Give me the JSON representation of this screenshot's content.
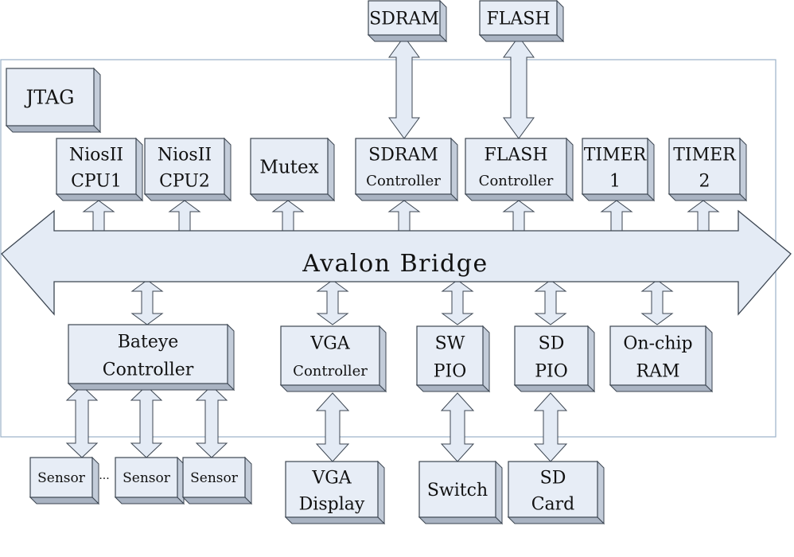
{
  "bus": {
    "label": "Avalon Bridge"
  },
  "blocks": {
    "sdram": [
      "SDRAM"
    ],
    "flash": [
      "FLASH"
    ],
    "jtag": [
      "JTAG"
    ],
    "cpu1": [
      "NiosII",
      "CPU1"
    ],
    "cpu2": [
      "NiosII",
      "CPU2"
    ],
    "mutex": [
      "Mutex"
    ],
    "sdram_ctrl": [
      "SDRAM",
      "Controller"
    ],
    "flash_ctrl": [
      "FLASH",
      "Controller"
    ],
    "timer1": [
      "TIMER",
      "1"
    ],
    "timer2": [
      "TIMER",
      "2"
    ],
    "bateye_ctrl": [
      "Bateye",
      "Controller"
    ],
    "vga_ctrl": [
      "VGA",
      "Controller"
    ],
    "sw_pio": [
      "SW",
      "PIO"
    ],
    "sd_pio": [
      "SD",
      "PIO"
    ],
    "onchip_ram": [
      "On-chip",
      "RAM"
    ],
    "sensor1": [
      "Sensor"
    ],
    "sensor2": [
      "Sensor"
    ],
    "sensor3": [
      "Sensor"
    ],
    "vga_display": [
      "VGA",
      "Display"
    ],
    "switch": [
      "Switch"
    ],
    "sd_card": [
      "SD",
      "Card"
    ]
  },
  "ellipsis": "···",
  "colors": {
    "block_fill": "#e7edf6",
    "block_side": "#c3ccd9",
    "block_bottom": "#a9b3c2",
    "stroke": "#3c4652",
    "arrow_fill": "#e4ebf5",
    "frame": "#9bb1c9"
  }
}
